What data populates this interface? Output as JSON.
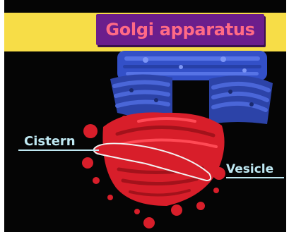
{
  "diagram": {
    "title": "Golgi apparatus",
    "labels": {
      "cistern": "Cistern",
      "vesicle": "Vesicle"
    },
    "colors": {
      "background": "#050505",
      "banner": "#f7dd47",
      "title_box": "#6b1e8c",
      "title_text": "#ff6a86",
      "blue_structure": "#3f5fd6",
      "red_structure": "#e2202c",
      "label_text": "#bfe8f2"
    }
  }
}
